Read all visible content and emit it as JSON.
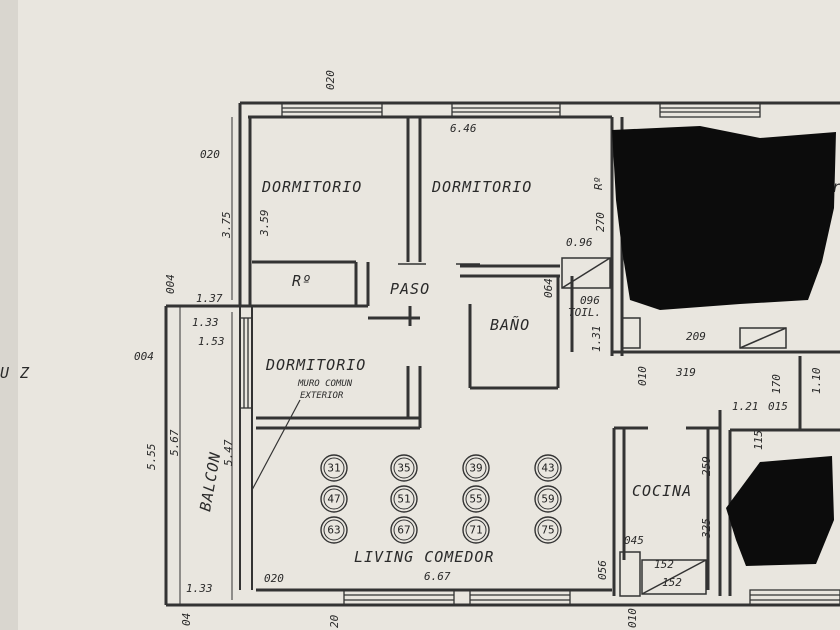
{
  "colors": {
    "paper": "#e9e6df",
    "ink": "#333333",
    "redaction": "#0c0c0c"
  },
  "rooms": {
    "dormitorio1": "DORMITORIO",
    "dormitorio2": "DORMITORIO",
    "dormitorio3": "DORMITORIO",
    "paso": "PASO",
    "bano": "BAÑO",
    "balcon": "BALCON",
    "cocina": "COCINA",
    "living": "LIVING COMEDOR",
    "ropero1": "Rº",
    "ropero2": "Rº",
    "toil": "TOIL.",
    "muro_comun_1": "MURO COMUN",
    "muro_comun_2": "EXTERIOR",
    "edge_fragment": "U Z",
    "partial_right": "Dr"
  },
  "dimensions": {
    "d020_top": "020",
    "d646": "6.46",
    "d020_left": "020",
    "d375": "3.75",
    "d359": "3.59",
    "d270": "270",
    "d096a": "0.96",
    "d064": "064",
    "d096b": "096",
    "d004_top": "004",
    "d137": "1.37",
    "d133a": "1.33",
    "d153": "1.53",
    "d004_side": "004",
    "d555": "5.55",
    "d567": "5.67",
    "d547": "5.47",
    "d133b": "1.33",
    "d020_bottom": "020",
    "d667": "6.67",
    "d056": "056",
    "d045": "045",
    "d152a": "152",
    "d152b": "152",
    "d319": "319",
    "d010a": "010",
    "d131": "1.31",
    "d110": "1.10",
    "d015": "015",
    "d121": "1.21",
    "d259": "259",
    "d325": "325",
    "d209": "209",
    "d04": "04",
    "d020_bottom2": "20",
    "d010b": "010",
    "d170": "170",
    "d115": "115"
  },
  "furniture_numbers": [
    "31",
    "35",
    "39",
    "43",
    "47",
    "51",
    "55",
    "59",
    "63",
    "67",
    "71",
    "75"
  ]
}
